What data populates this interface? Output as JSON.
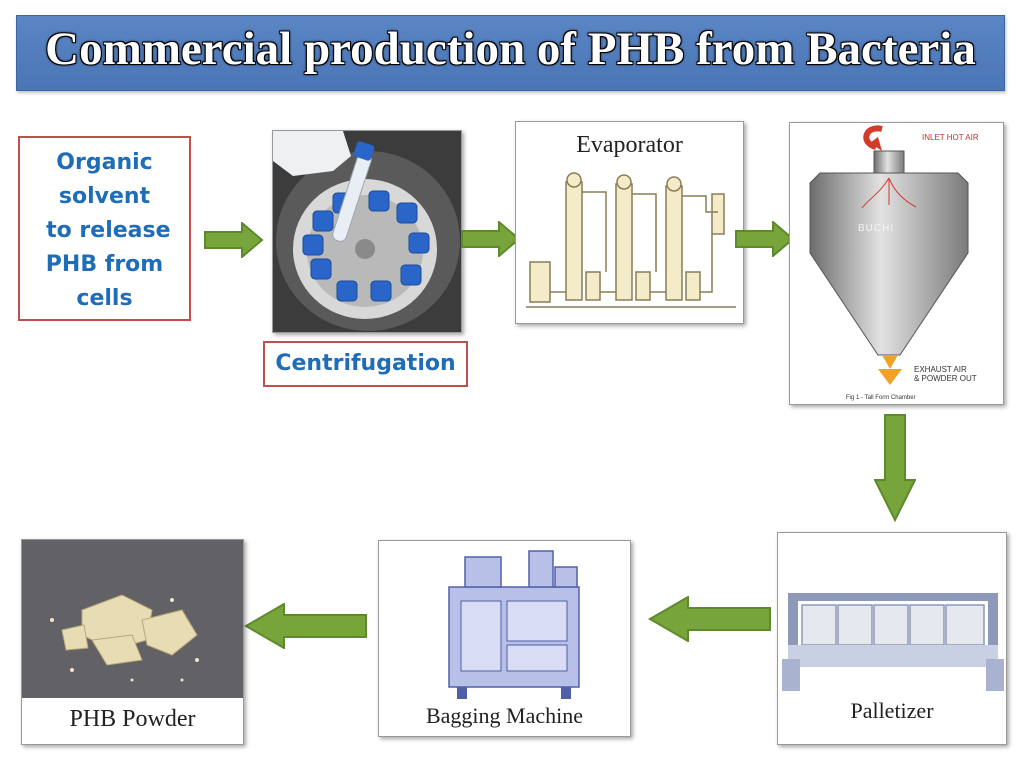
{
  "title": "Commercial production of PHB from Bacteria",
  "steps": {
    "solvent": {
      "lines": [
        "Organic",
        "solvent",
        " to release",
        "PHB from",
        "cells"
      ]
    },
    "centrifugation": {
      "label": "Centrifugation"
    },
    "evaporator": {
      "caption": "Evaporator"
    },
    "spray_dryer": {
      "inlet_label": "INLET HOT AIR",
      "chamber_label": "BUCHI",
      "exhaust_label_1": "EXHAUST AIR",
      "exhaust_label_2": "& POWDER OUT",
      "figure_note": "Fig 1 - Tall Form Chamber"
    },
    "palletizer": {
      "caption": "Palletizer"
    },
    "bagging": {
      "caption": "Bagging Machine"
    },
    "phb_powder": {
      "caption": "PHB Powder"
    }
  },
  "colors": {
    "title_bg": "#4a75b6",
    "box_border": "#c0504d",
    "box_text": "#1f6db8",
    "arrow_fill": "#77a53c",
    "arrow_stroke": "#5d8a2b"
  }
}
